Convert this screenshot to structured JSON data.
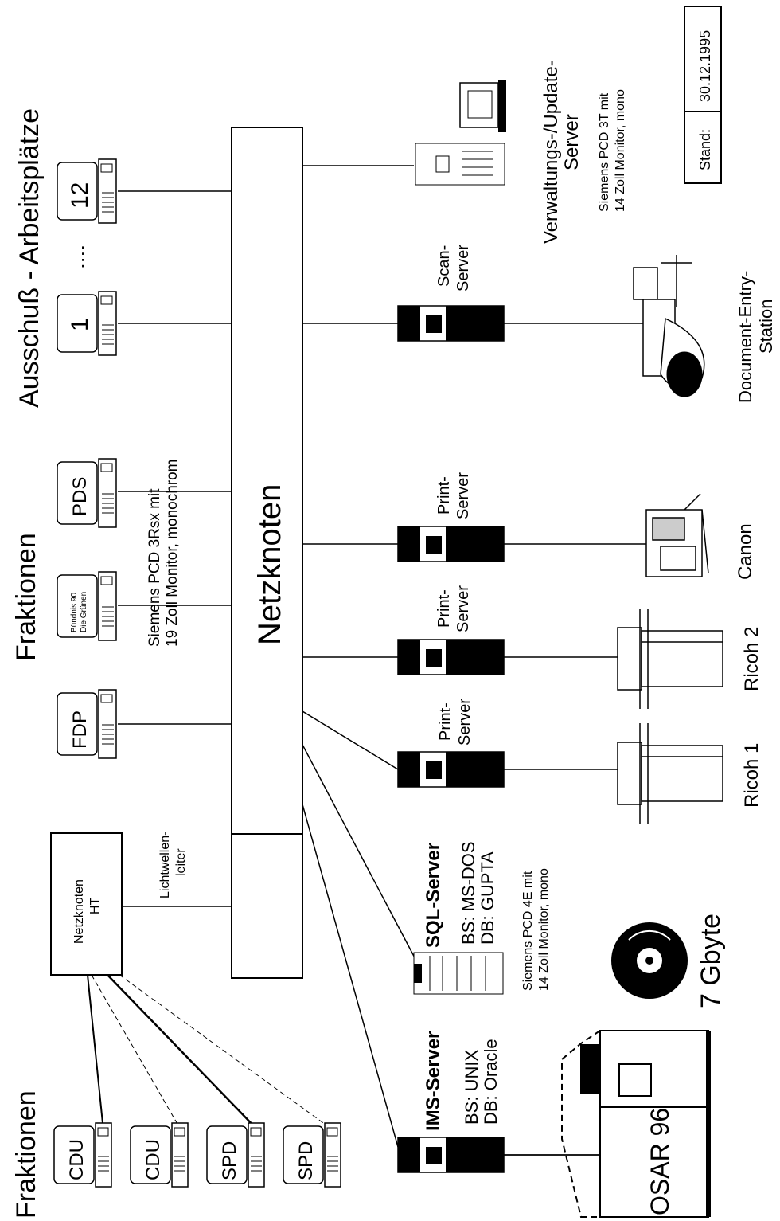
{
  "headings": {
    "fraktionen_left": "Fraktionen",
    "fraktionen_mid": "Fraktionen",
    "ausschuss": "Ausschuß - Arbeitsplätze"
  },
  "stand": {
    "label": "Stand:",
    "date": "30.12.1995"
  },
  "hub": {
    "label": "Netzknoten"
  },
  "remote_hub": {
    "line1": "Netzknoten",
    "line2": "HT"
  },
  "fiber": {
    "line1": "Lichtwellen-",
    "line2": "leiter"
  },
  "fraktion_terminals": [
    "FDP",
    "Bündnis 90 / Die Grünen",
    "PDS"
  ],
  "fraktion_terminals_small": {
    "line1": "Bündnis 90",
    "line2": "Die Grünen"
  },
  "fraktion_pc": {
    "line1": "Siemens PCD 3Rsx mit",
    "line2": "19 Zoll Monitor, monochrom"
  },
  "ausschuss_terminals": {
    "first": "1",
    "dots": "....",
    "last": "12"
  },
  "left_terminals": [
    "CDU",
    "CDU",
    "SPD",
    "SPD"
  ],
  "print_servers": {
    "line1": "Print-",
    "line2": "Server"
  },
  "scan_server": {
    "line1": "Scan-",
    "line2": "Server"
  },
  "printers": [
    "Ricoh 1",
    "Ricoh 2",
    "Canon"
  ],
  "document_entry": {
    "line1": "Document-Entry-",
    "line2": "Station"
  },
  "update_server": {
    "line1": "Verwaltungs-/Update-",
    "line2": "Server",
    "pc1": "Siemens PCD 3T mit",
    "pc2": "14 Zoll Monitor, mono"
  },
  "sql_server": {
    "title": "SQL-Server",
    "bs": "BS: MS-DOS",
    "db": "DB: GUPTA",
    "pc1": "Siemens PCD 4E mit",
    "pc2": "14 Zoll Monitor, mono"
  },
  "ims_server": {
    "title": "IMS-Server",
    "bs": "BS: UNIX",
    "db": "DB: Oracle"
  },
  "storage": {
    "label": "7 Gbyte"
  },
  "archive": {
    "label": "OSAR 96"
  }
}
